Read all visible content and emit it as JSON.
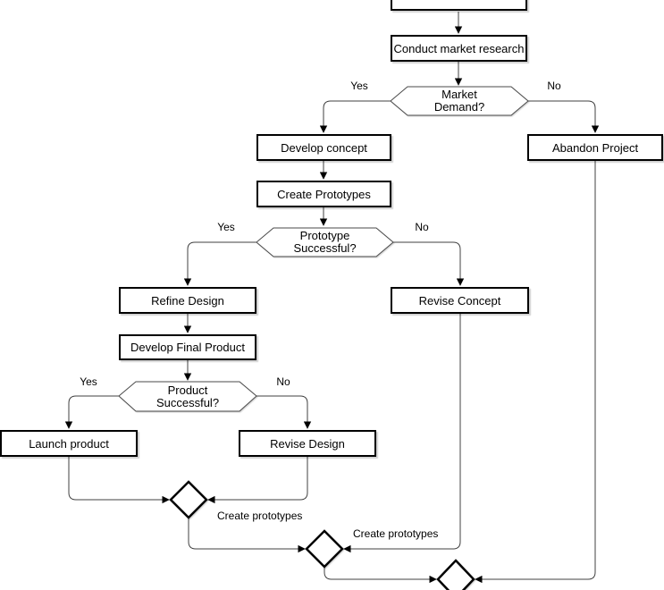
{
  "diagram": {
    "nodes": {
      "conduct_market_research": {
        "label": "Conduct market research"
      },
      "market_demand": {
        "line1": "Market",
        "line2": "Demand?"
      },
      "develop_concept": {
        "label": "Develop concept"
      },
      "abandon_project": {
        "label": "Abandon Project"
      },
      "create_prototypes": {
        "label": "Create Prototypes"
      },
      "prototype_successful": {
        "line1": "Prototype",
        "line2": "Successful?"
      },
      "refine_design": {
        "label": "Refine Design"
      },
      "revise_concept": {
        "label": "Revise Concept"
      },
      "develop_final_product": {
        "label": "Develop Final Product"
      },
      "product_successful": {
        "line1": "Product",
        "line2": "Successful?"
      },
      "launch_product": {
        "label": "Launch product"
      },
      "revise_design": {
        "label": "Revise Design"
      }
    },
    "edge_labels": {
      "market_demand_yes": "Yes",
      "market_demand_no": "No",
      "prototype_yes": "Yes",
      "prototype_no": "No",
      "product_yes": "Yes",
      "product_no": "No",
      "loop_label_1": "Create prototypes",
      "loop_label_2": "Create prototypes"
    },
    "colors": {
      "node_fill": "#ffffff",
      "node_stroke": "#000000",
      "decision_stroke": "#4a4a4a",
      "connector": "#404040",
      "arrowhead": "#000000",
      "background": "#ffffff"
    }
  }
}
